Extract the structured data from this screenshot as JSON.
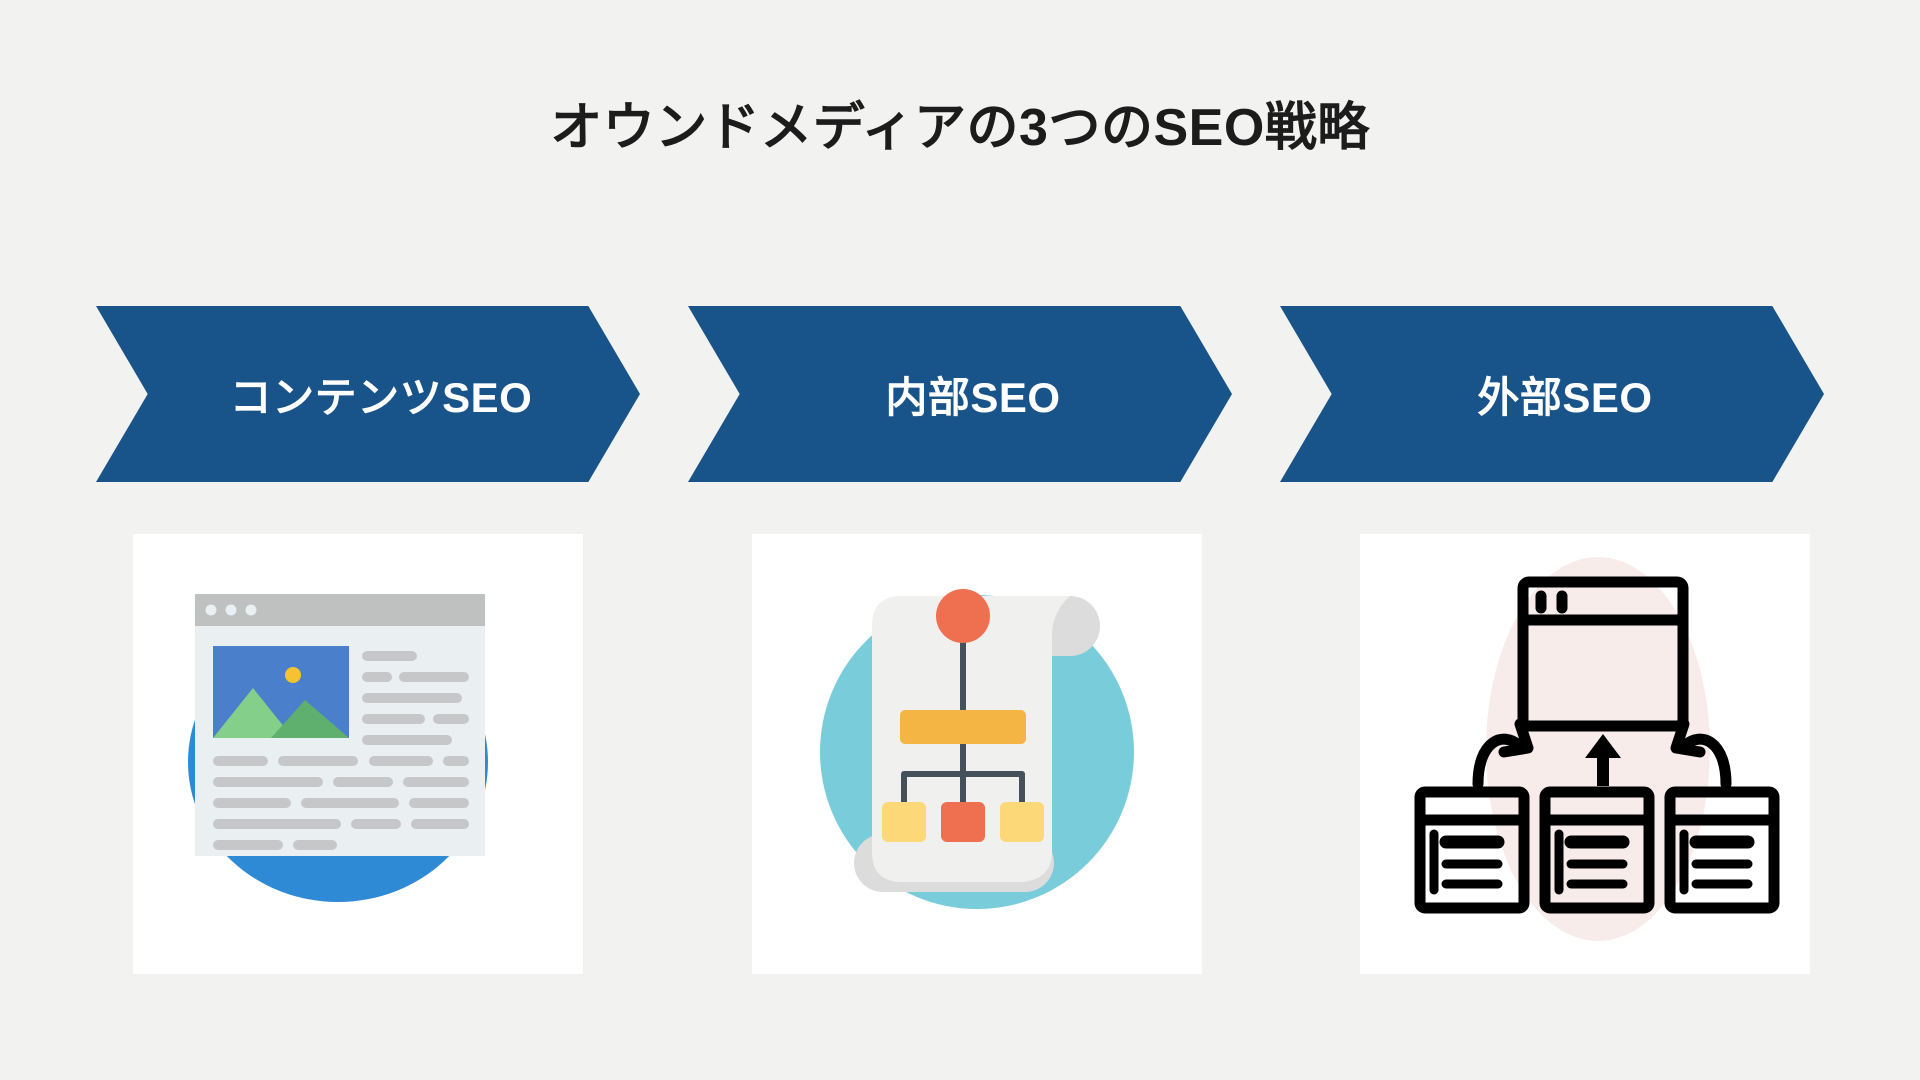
{
  "page": {
    "background_color": "#f2f2f1",
    "title": "オウンドメディアの3つのSEO戦略",
    "title_color": "#1c1c1c"
  },
  "banners": {
    "accent_color": "#18548a",
    "label_color": "#ffffff",
    "items": [
      {
        "label": "コンテンツSEO",
        "icon": "chevron-banner-icon"
      },
      {
        "label": "内部SEO",
        "icon": "chevron-banner-icon"
      },
      {
        "label": "外部SEO",
        "icon": "chevron-banner-icon"
      }
    ]
  },
  "illustrations": [
    {
      "name": "content-article-page-illustration",
      "card_background": "#ffffff",
      "colors": {
        "blob": "#2f8ad6",
        "browser_chrome": "#bfc0c0",
        "browser_body": "#eaeff2",
        "image_sky": "#4a7fcc",
        "image_sun": "#f5c331",
        "mountain_light": "#84cf8a",
        "mountain_dark": "#5fb06f",
        "text_line": "#c6c7c8"
      }
    },
    {
      "name": "site-structure-diagram-illustration",
      "card_background": "#ffffff",
      "colors": {
        "circle": "#79cdda",
        "paper": "#f0f0ef",
        "paper_roll": "#dcdcdc",
        "node_root": "#ef7050",
        "node_bar": "#f5b544",
        "node_leaf_yellow": "#fcd878",
        "node_leaf_orange": "#ef7050",
        "connector": "#44505a"
      }
    },
    {
      "name": "backlink-network-illustration",
      "card_background": "#ffffff",
      "colors": {
        "blob": "#f8eceb",
        "stroke": "#000000"
      }
    }
  ]
}
